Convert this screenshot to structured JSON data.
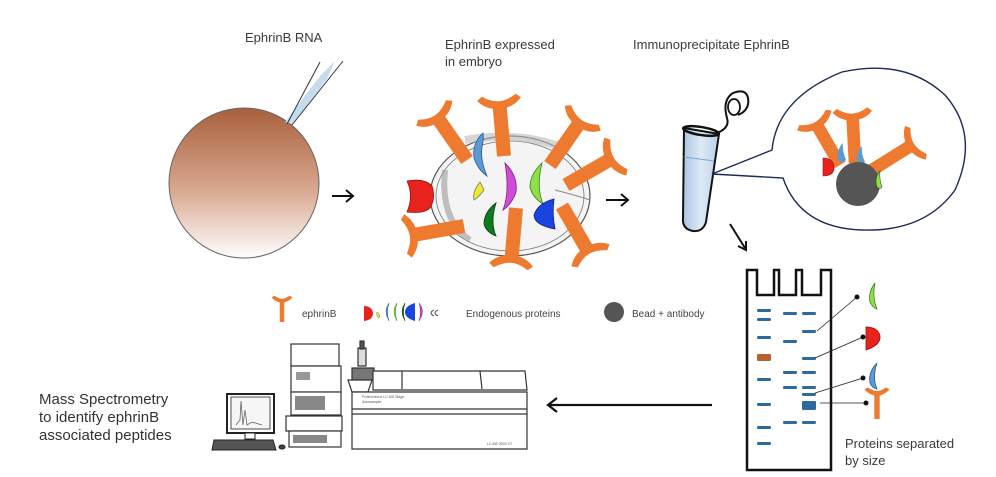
{
  "steps": {
    "inject": {
      "label": "EphrinB RNA",
      "embryo_label": "embryo"
    },
    "express": {
      "label_line1": "EphrinB expressed",
      "label_line2": "in embryo"
    },
    "immunoprecipitate": {
      "label": "Immunoprecipitate  EphrinB"
    },
    "gel": {
      "label_line1": "Proteins separated",
      "label_line2": "by size"
    },
    "mass_spec": {
      "label_line1": "Mass Spectrometry",
      "label_line2": "to identify ephrinB",
      "label_line3": "associated peptides",
      "instrument_text_1": "ProteoNexus LC-MS Stage",
      "instrument_text_2": "Autosampler",
      "instrument_text_3": "LC-MS 3000 XT"
    }
  },
  "legend": {
    "ephrin_label": "ephrinB",
    "proteins_label": "Endogenous proteins",
    "bead_label": "Bead + antibody"
  },
  "colors": {
    "ephrin": "#ee7a30",
    "embryo_top": "#b06a48",
    "bead": "#555555",
    "band": "#2c6aa0",
    "band_highlight": "#b5622e",
    "protein_red": "#e8231e",
    "protein_yellow": "#eeea2a",
    "protein_lightblue": "#5b9bd5",
    "protein_lightgreen": "#8ee04a",
    "protein_green": "#0f7a1e",
    "protein_blue": "#1a44e0",
    "protein_magenta": "#d24ad8",
    "callout_outline": "#1f2a5a",
    "tube_liquid": "#c8dcef"
  }
}
